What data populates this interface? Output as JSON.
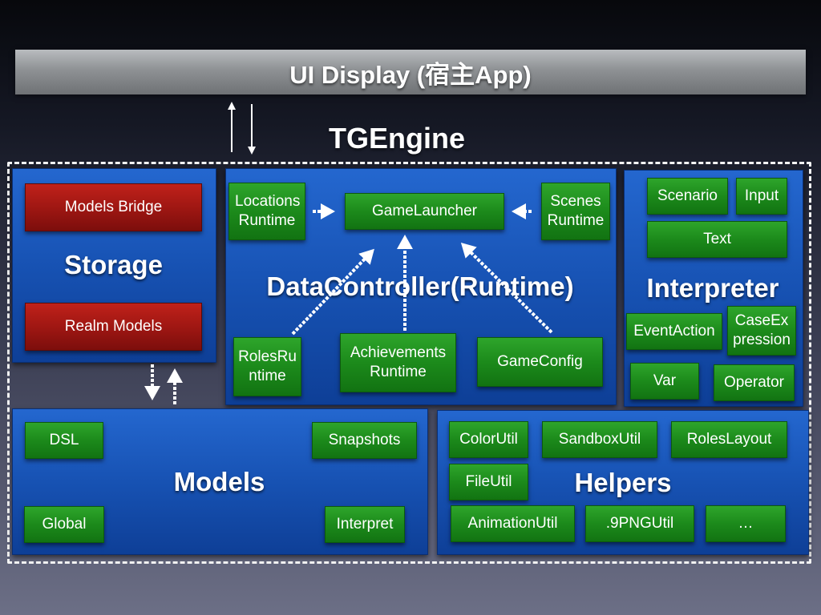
{
  "top_bar": {
    "label": "UI Display (宿主App)"
  },
  "engine": {
    "title": "TGEngine"
  },
  "storage": {
    "title": "Storage",
    "items": [
      "Models Bridge",
      "Realm Models"
    ]
  },
  "data_controller": {
    "title": "DataController(Runtime)",
    "launcher": "GameLauncher",
    "locations": "Locations Runtime",
    "scenes": "Scenes Runtime",
    "roles": "RolesRu ntime",
    "achievements": "Achievements Runtime",
    "game_config": "GameConfig"
  },
  "interpreter": {
    "title": "Interpreter",
    "items": [
      "Scenario",
      "Input",
      "Text",
      "EventAction",
      "CaseEx pression",
      "Var",
      "Operator"
    ]
  },
  "models": {
    "title": "Models",
    "items": [
      "DSL",
      "Snapshots",
      "Global",
      "Interpret"
    ]
  },
  "helpers": {
    "title": "Helpers",
    "items": [
      "ColorUtil",
      "SandboxUtil",
      "RolesLayout",
      "FileUtil",
      "AnimationUtil",
      ".9PNGUtil",
      "…"
    ]
  },
  "colors": {
    "panel_blue": "#1752b3",
    "box_green": "#1c8a1b",
    "box_red": "#9c1612",
    "frame": "#f4f4f4"
  }
}
